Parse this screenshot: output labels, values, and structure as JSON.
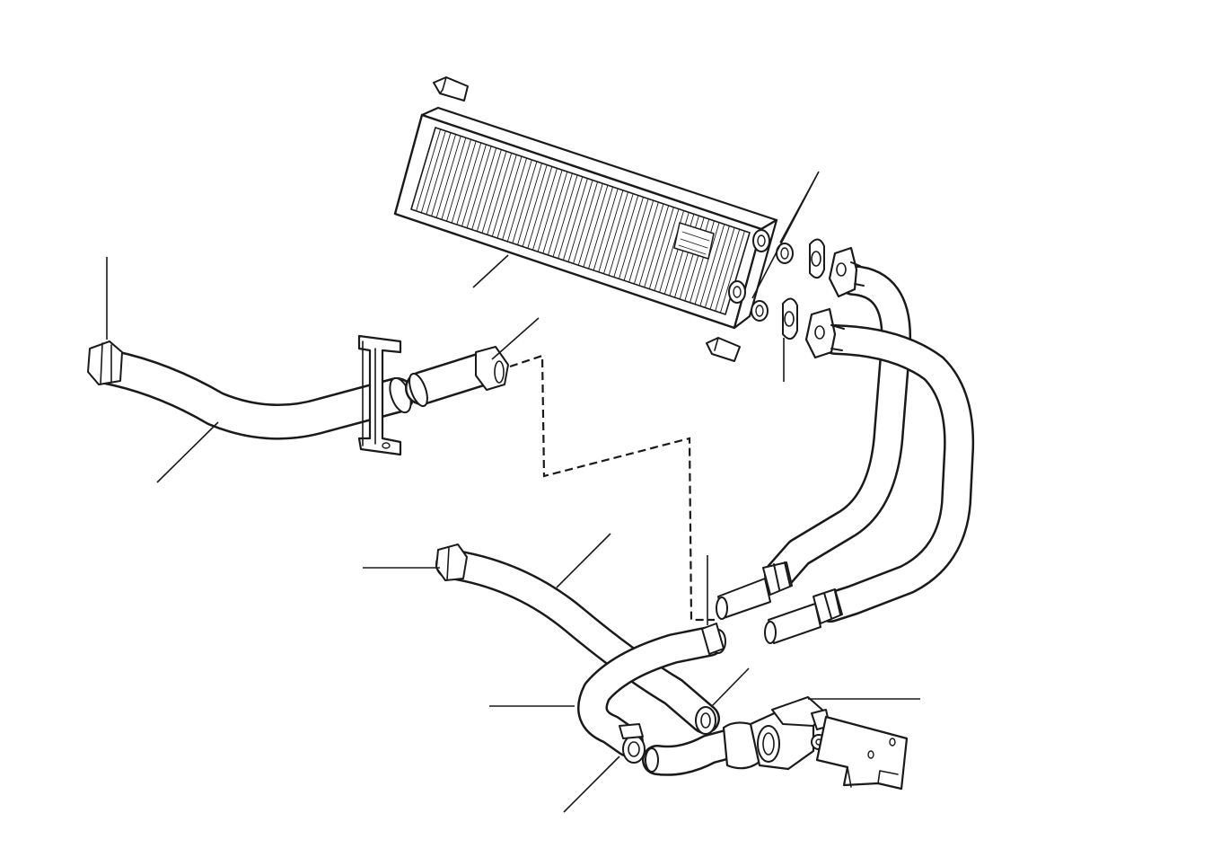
{
  "diagram": {
    "type": "exploded-parts-diagram",
    "subject_icon": "heater-matrix-and-hoses-icon",
    "parts": [
      {
        "id": "heater-matrix"
      },
      {
        "id": "matrix-clip-top"
      },
      {
        "id": "matrix-clip-bottom"
      },
      {
        "id": "o-ring-seals"
      },
      {
        "id": "gaskets"
      },
      {
        "id": "flanged-pipes"
      },
      {
        "id": "feed-hose-upper"
      },
      {
        "id": "hose-support-bracket"
      },
      {
        "id": "hose-connector"
      },
      {
        "id": "return-hose-lower"
      },
      {
        "id": "heater-valve"
      },
      {
        "id": "valve-bracket"
      },
      {
        "id": "hose-clips"
      }
    ],
    "callout_labels": []
  },
  "colors": {
    "ink": "#1a1a1a",
    "paper": "#ffffff"
  }
}
